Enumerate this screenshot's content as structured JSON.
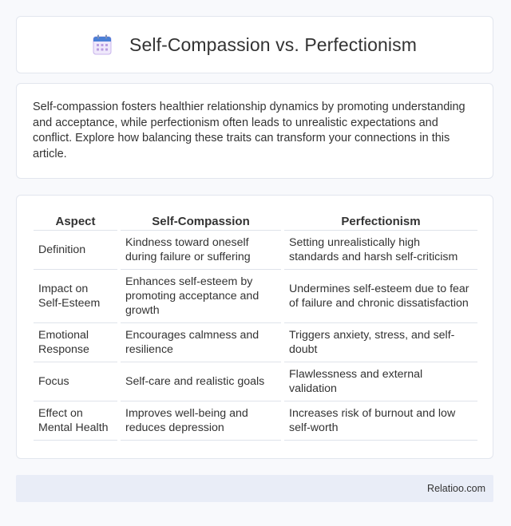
{
  "header": {
    "title": "Self-Compassion vs. Perfectionism",
    "icon": "calendar-icon"
  },
  "intro": {
    "text": "Self-compassion fosters healthier relationship dynamics by promoting understanding and acceptance, while perfectionism often leads to unrealistic expectations and conflict. Explore how balancing these traits can transform your connections in this article."
  },
  "table": {
    "headers": [
      "Aspect",
      "Self-Compassion",
      "Perfectionism"
    ],
    "rows": [
      [
        "Definition",
        "Kindness toward oneself during failure or suffering",
        "Setting unrealistically high standards and harsh self-criticism"
      ],
      [
        "Impact on Self-Esteem",
        "Enhances self-esteem by promoting acceptance and growth",
        "Undermines self-esteem due to fear of failure and chronic dissatisfaction"
      ],
      [
        "Emotional Response",
        "Encourages calmness and resilience",
        "Triggers anxiety, stress, and self-doubt"
      ],
      [
        "Focus",
        "Self-care and realistic goals",
        "Flawlessness and external validation"
      ],
      [
        "Effect on Mental Health",
        "Improves well-being and reduces depression",
        "Increases risk of burnout and low self-worth"
      ]
    ]
  },
  "footer": {
    "brand": "Relatioo.com"
  },
  "colors": {
    "background": "#f8f9fc",
    "card_border": "#e2e6ee",
    "footer_bg": "#e9edf7",
    "icon_accent": "#4a7fd6",
    "icon_grid": "#b99ce0"
  }
}
